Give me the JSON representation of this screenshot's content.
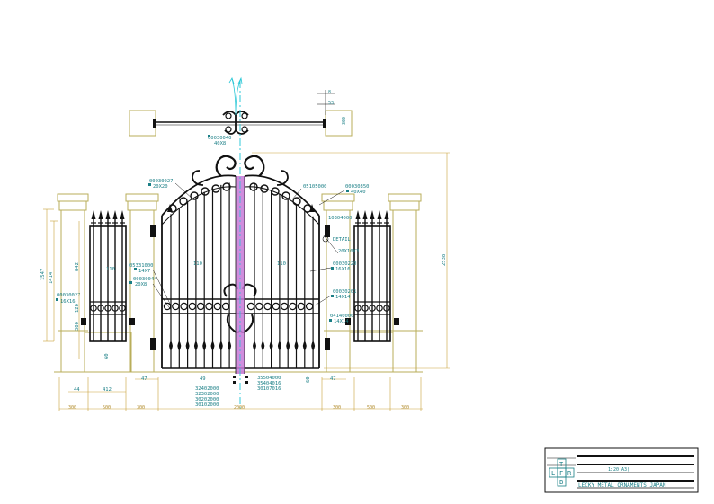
{
  "top_view": {
    "part_code": "00030040",
    "part_size": "40X8",
    "dim_a": "8",
    "dim_b": "53"
  },
  "callouts_left": [
    {
      "code": "00030027",
      "size": "20X20"
    },
    {
      "code": "05331000",
      "size": "14X7"
    },
    {
      "code": "00030044",
      "size": "20X8"
    },
    {
      "code": "00030027",
      "size": "16X16"
    }
  ],
  "callouts_right": [
    {
      "code": "05105000",
      "size": ""
    },
    {
      "code": "00030350",
      "size": "40X40"
    },
    {
      "code": "10304000",
      "size": ""
    },
    {
      "code": "DETAIL",
      "size": ""
    },
    {
      "code": "20X10X3",
      "size": ""
    },
    {
      "code": "00030220",
      "size": "16X16"
    },
    {
      "code": "00030201",
      "size": "14X14"
    },
    {
      "code": "04140000",
      "size": "14X14"
    }
  ],
  "bottom_codes_left": [
    "32402000",
    "32302000",
    "30202000",
    "30102000"
  ],
  "bottom_codes_right": [
    "35504000",
    "35404016",
    "30107016"
  ],
  "vertical_dims": {
    "overall_left": "1547",
    "inner_left": "1414",
    "post_top": "842",
    "post_mid": "120",
    "post_low": "300",
    "post_bottom": "60",
    "overall_right": "2538"
  },
  "gate_dims": {
    "bar_left": "110",
    "bar_right": "110",
    "gap_left": "49",
    "gap_right": "60",
    "side_gap": "47",
    "side_gap_right": "47",
    "post_offset": "44",
    "panel_width": "412"
  },
  "bottom_dims": [
    "300",
    "500",
    "300",
    "2000",
    "300",
    "500",
    "300"
  ],
  "title_block": {
    "letters": [
      "T",
      "L",
      "F",
      "R",
      "B"
    ],
    "scale_text": "1:20(A3)",
    "company": "LECKY METAL ORNAMENTS JAPAN"
  },
  "colors": {
    "line": "#111111",
    "pillar": "#b9ae5a",
    "dimension": "#c9a23a",
    "annotation": "#1a7f86",
    "centerline": "#28c7d6",
    "centerbar": "#c879d8"
  }
}
